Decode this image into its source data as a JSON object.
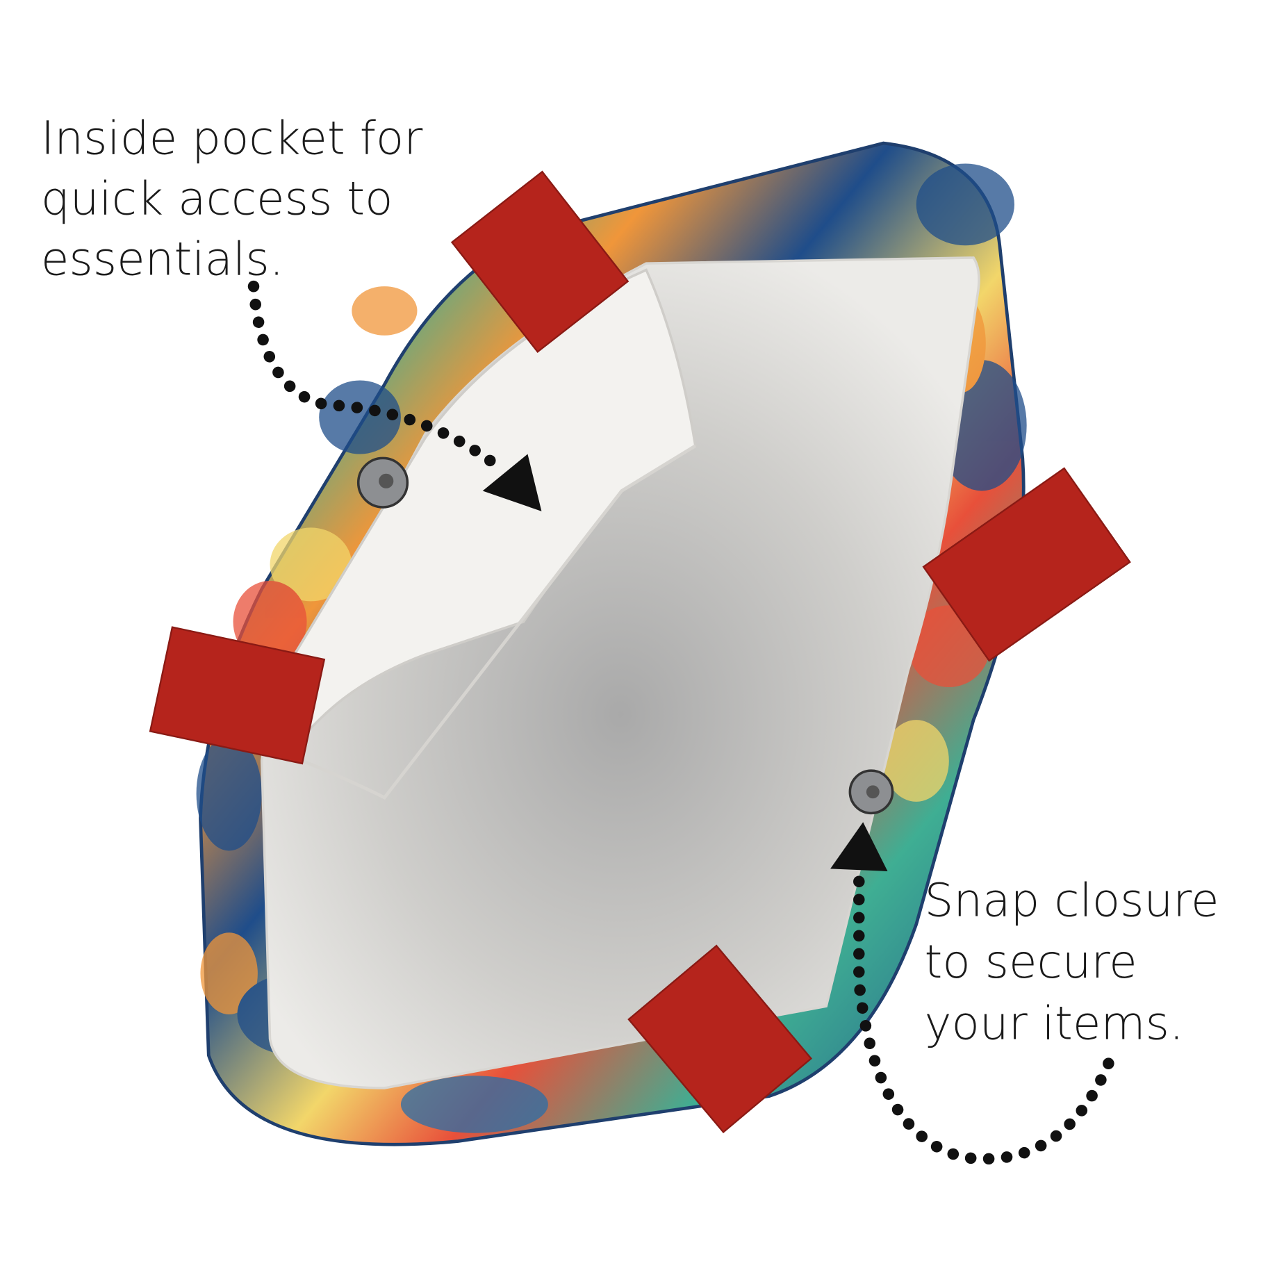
{
  "callouts": {
    "pocket": {
      "lines": [
        "Inside pocket for",
        "quick access to",
        "essentials."
      ]
    },
    "snap": {
      "lines": [
        "Snap closure",
        "to secure",
        "your items."
      ]
    }
  },
  "colors": {
    "strap": "#b5241c",
    "lining": "#e6e4e0",
    "pattern_blue": "#1f4d8a",
    "pattern_green": "#3fae93",
    "pattern_orange": "#f0963a",
    "arrow": "#111111"
  }
}
